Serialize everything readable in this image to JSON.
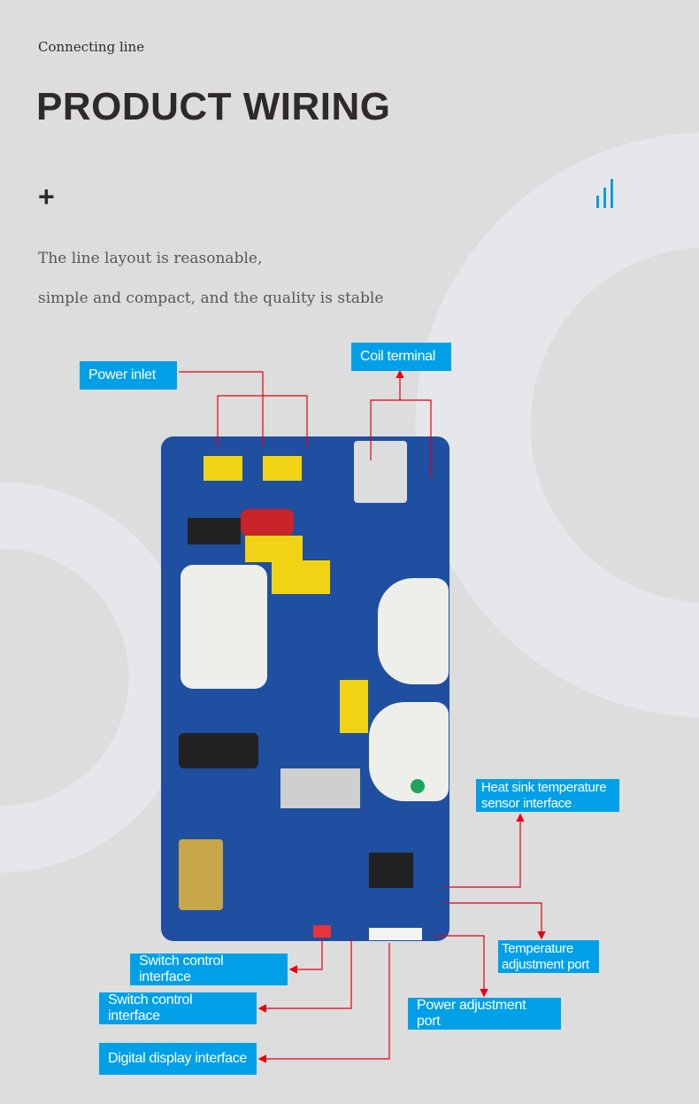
{
  "header": {
    "eyebrow": "Connecting line",
    "title": "PRODUCT WIRING",
    "plus_icon": "+",
    "description": [
      "The line layout is reasonable,",
      "simple and compact, and the quality is stable"
    ]
  },
  "colors": {
    "background": "#dcdddc",
    "label": "#00a0e9",
    "wire": "#e60012",
    "pcb": "#1f4fa0"
  },
  "callouts": {
    "power_inlet": "Power inlet",
    "coil_terminal": "Coil terminal",
    "heat_sink": "Heat sink temperature sensor interface",
    "temperature_port": "Temperature adjustment port",
    "power_adjust": "Power adjustment port",
    "switch_control_1": "Switch control interface",
    "switch_control_2": "Switch control interface",
    "digital_display": "Digital display interface"
  }
}
